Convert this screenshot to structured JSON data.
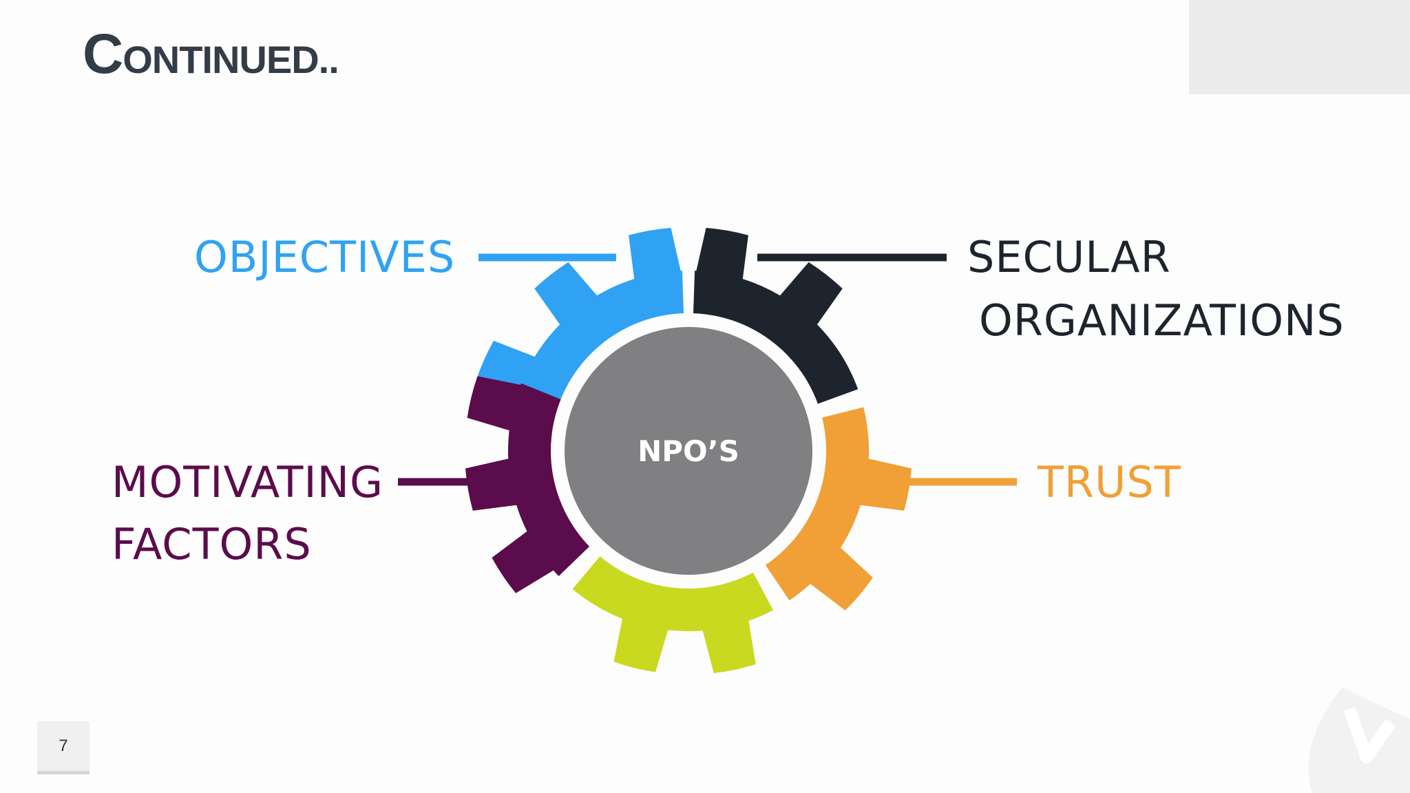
{
  "slide": {
    "title_first": "C",
    "title_rest": "ONTINUED..",
    "page_number": "7"
  },
  "diagram": {
    "center_label": "NPO’S",
    "center_color": "#807f81",
    "segments": [
      {
        "id": "objectives",
        "lines": [
          "OBJECTIVES"
        ],
        "color": "#30a2f3"
      },
      {
        "id": "secular",
        "lines": [
          "SECULAR",
          "ORGANIZATIONS"
        ],
        "color": "#1e242e"
      },
      {
        "id": "trust",
        "lines": [
          "TRUST"
        ],
        "color": "#f0a036"
      },
      {
        "id": "fifth",
        "lines": [],
        "color": "#c8d920"
      },
      {
        "id": "motivating",
        "lines": [
          "MOTIVATING",
          "FACTORS"
        ],
        "color": "#5b0c4c"
      }
    ]
  }
}
